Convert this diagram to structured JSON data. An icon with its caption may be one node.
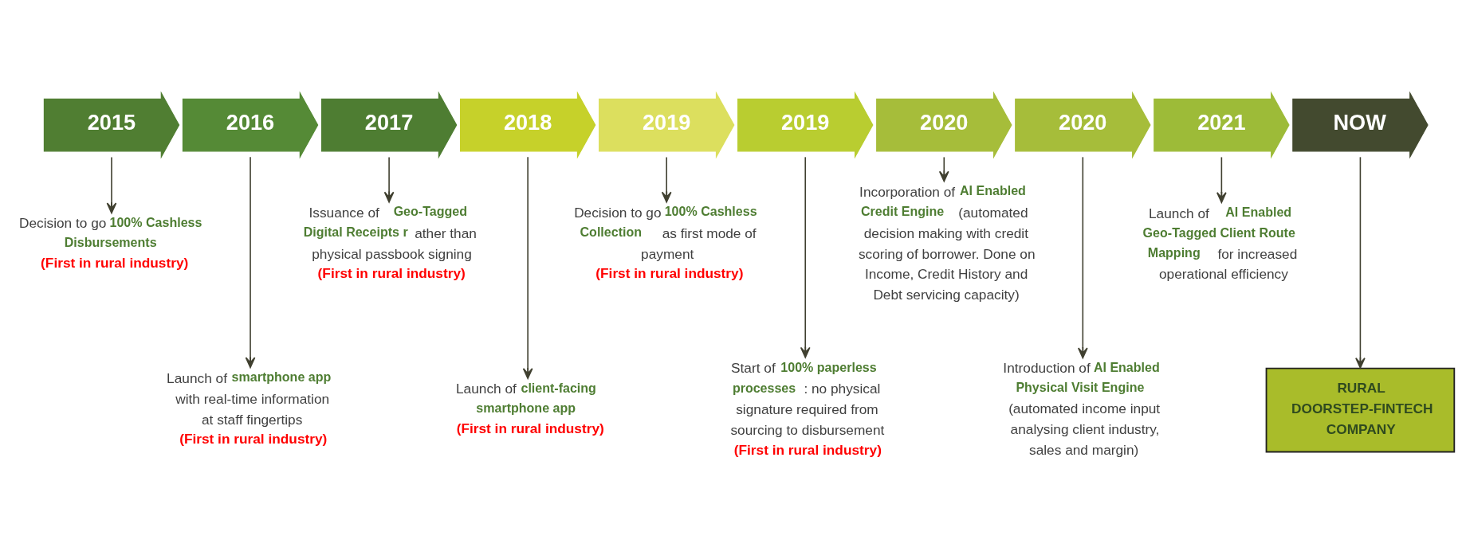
{
  "diagram": {
    "nodes": [
      {
        "text": [
          "2015"
        ]
      },
      {
        "text": [
          "2016"
        ]
      },
      {
        "text": [
          "2017"
        ]
      },
      {
        "text": [
          "2018"
        ]
      },
      {
        "text": [
          "2019"
        ]
      },
      {
        "text": [
          "2019"
        ]
      },
      {
        "text": [
          "2020"
        ]
      },
      {
        "text": [
          "2020"
        ]
      },
      {
        "text": [
          "2021"
        ]
      },
      {
        "text": [
          "NOW"
        ]
      },
      {
        "text": [
          "Decision to go **100% Cashless Disbursements**",
          "(First in rural industry)"
        ]
      },
      {
        "text": [
          "Launch of **smartphone app** with real-time information at staff fingertips",
          "(First in rural industry)"
        ]
      },
      {
        "text": [
          "Issuance of **Geo-Tagged Digital Receipts r**ather than physical passbook signing",
          "(First in rural industry)"
        ]
      },
      {
        "text": [
          "Launch of **client-facing smartphone app**",
          "(First in rural industry)"
        ]
      },
      {
        "text": [
          "Decision to go **100% Cashless Collection** as first mode of payment",
          "(First in rural industry)"
        ]
      },
      {
        "text": [
          "Start of **100% paperless processes**: no physical signature required from sourcing to disbursement",
          "(First in rural industry)"
        ]
      },
      {
        "text": [
          "Incorporation of **AI Enabled Credit Engine** (automated decision making with credit scoring of borrower. Done on Income, Credit History and Debt servicing capacity)"
        ]
      },
      {
        "text": [
          "Introduction of **AI Enabled Physical Visit Engine** (automated income input analysing client industry, sales and margin)"
        ]
      },
      {
        "text": [
          "Launch of **AI Enabled Geo-Tagged Client Route Mapping** for increased operational efficiency"
        ]
      },
      {
        "text": [
          "RURAL DOORSTEP-FINTECH COMPANY"
        ]
      }
    ],
    "edges": [
      {
        "from": 0,
        "to": 10,
        "arrow": "to"
      },
      {
        "from": 1,
        "to": 11,
        "arrow": "to"
      },
      {
        "from": 2,
        "to": 12,
        "arrow": "to"
      },
      {
        "from": 3,
        "to": 13,
        "arrow": "to"
      },
      {
        "from": 4,
        "to": 14,
        "arrow": "to"
      },
      {
        "from": 5,
        "to": 15,
        "arrow": "to"
      },
      {
        "from": 6,
        "to": 16,
        "arrow": "to"
      },
      {
        "from": 7,
        "to": 17,
        "arrow": "to"
      },
      {
        "from": 8,
        "to": 18,
        "arrow": "to"
      },
      {
        "from": 9,
        "to": 19,
        "arrow": "to"
      }
    ]
  }
}
